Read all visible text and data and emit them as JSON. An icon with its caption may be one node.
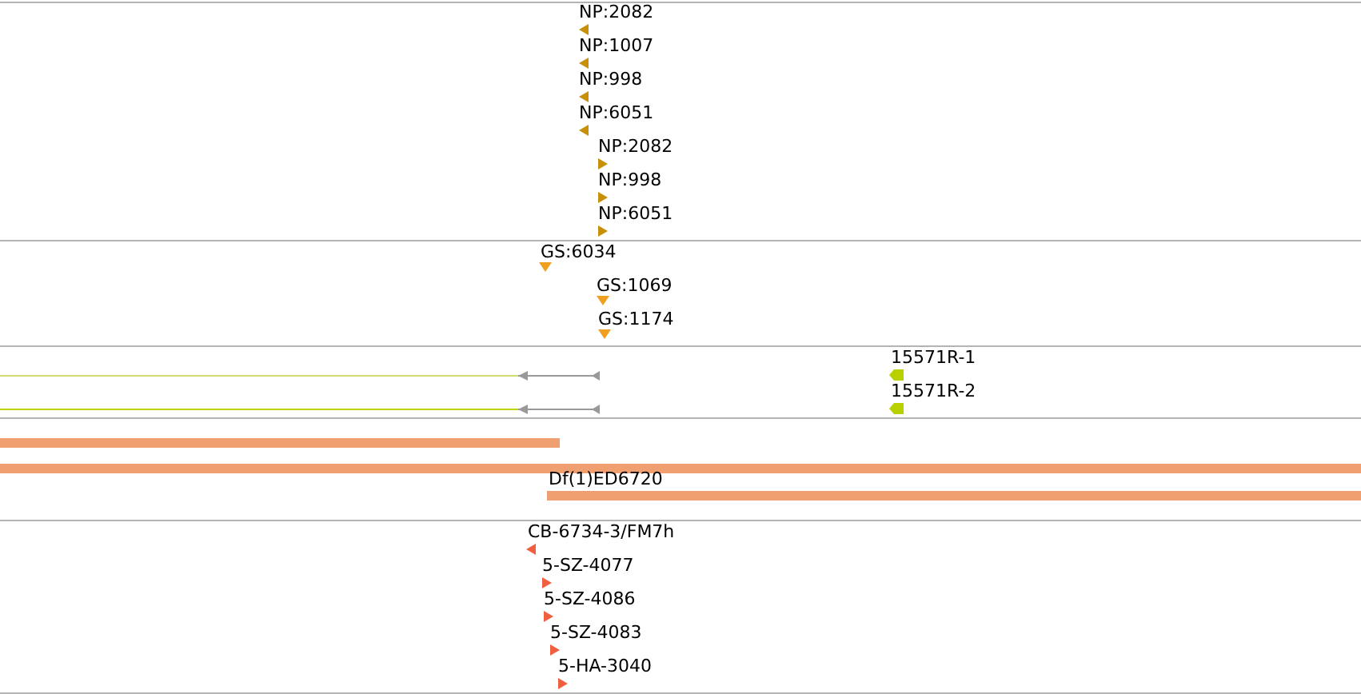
{
  "diagram": {
    "labels": [
      "NP:2082",
      "NP:1007",
      "NP:998",
      "NP:6051",
      "NP:2082",
      "NP:998",
      "NP:6051",
      "GS:6034",
      "GS:1069",
      "GS:1174",
      "15571R-1",
      "15571R-2",
      "Df(1)ED6720",
      "CB-6734-3/FM7h",
      "5-SZ-4077",
      "5-SZ-4086",
      "5-SZ-4083",
      "5-HA-3040"
    ]
  }
}
